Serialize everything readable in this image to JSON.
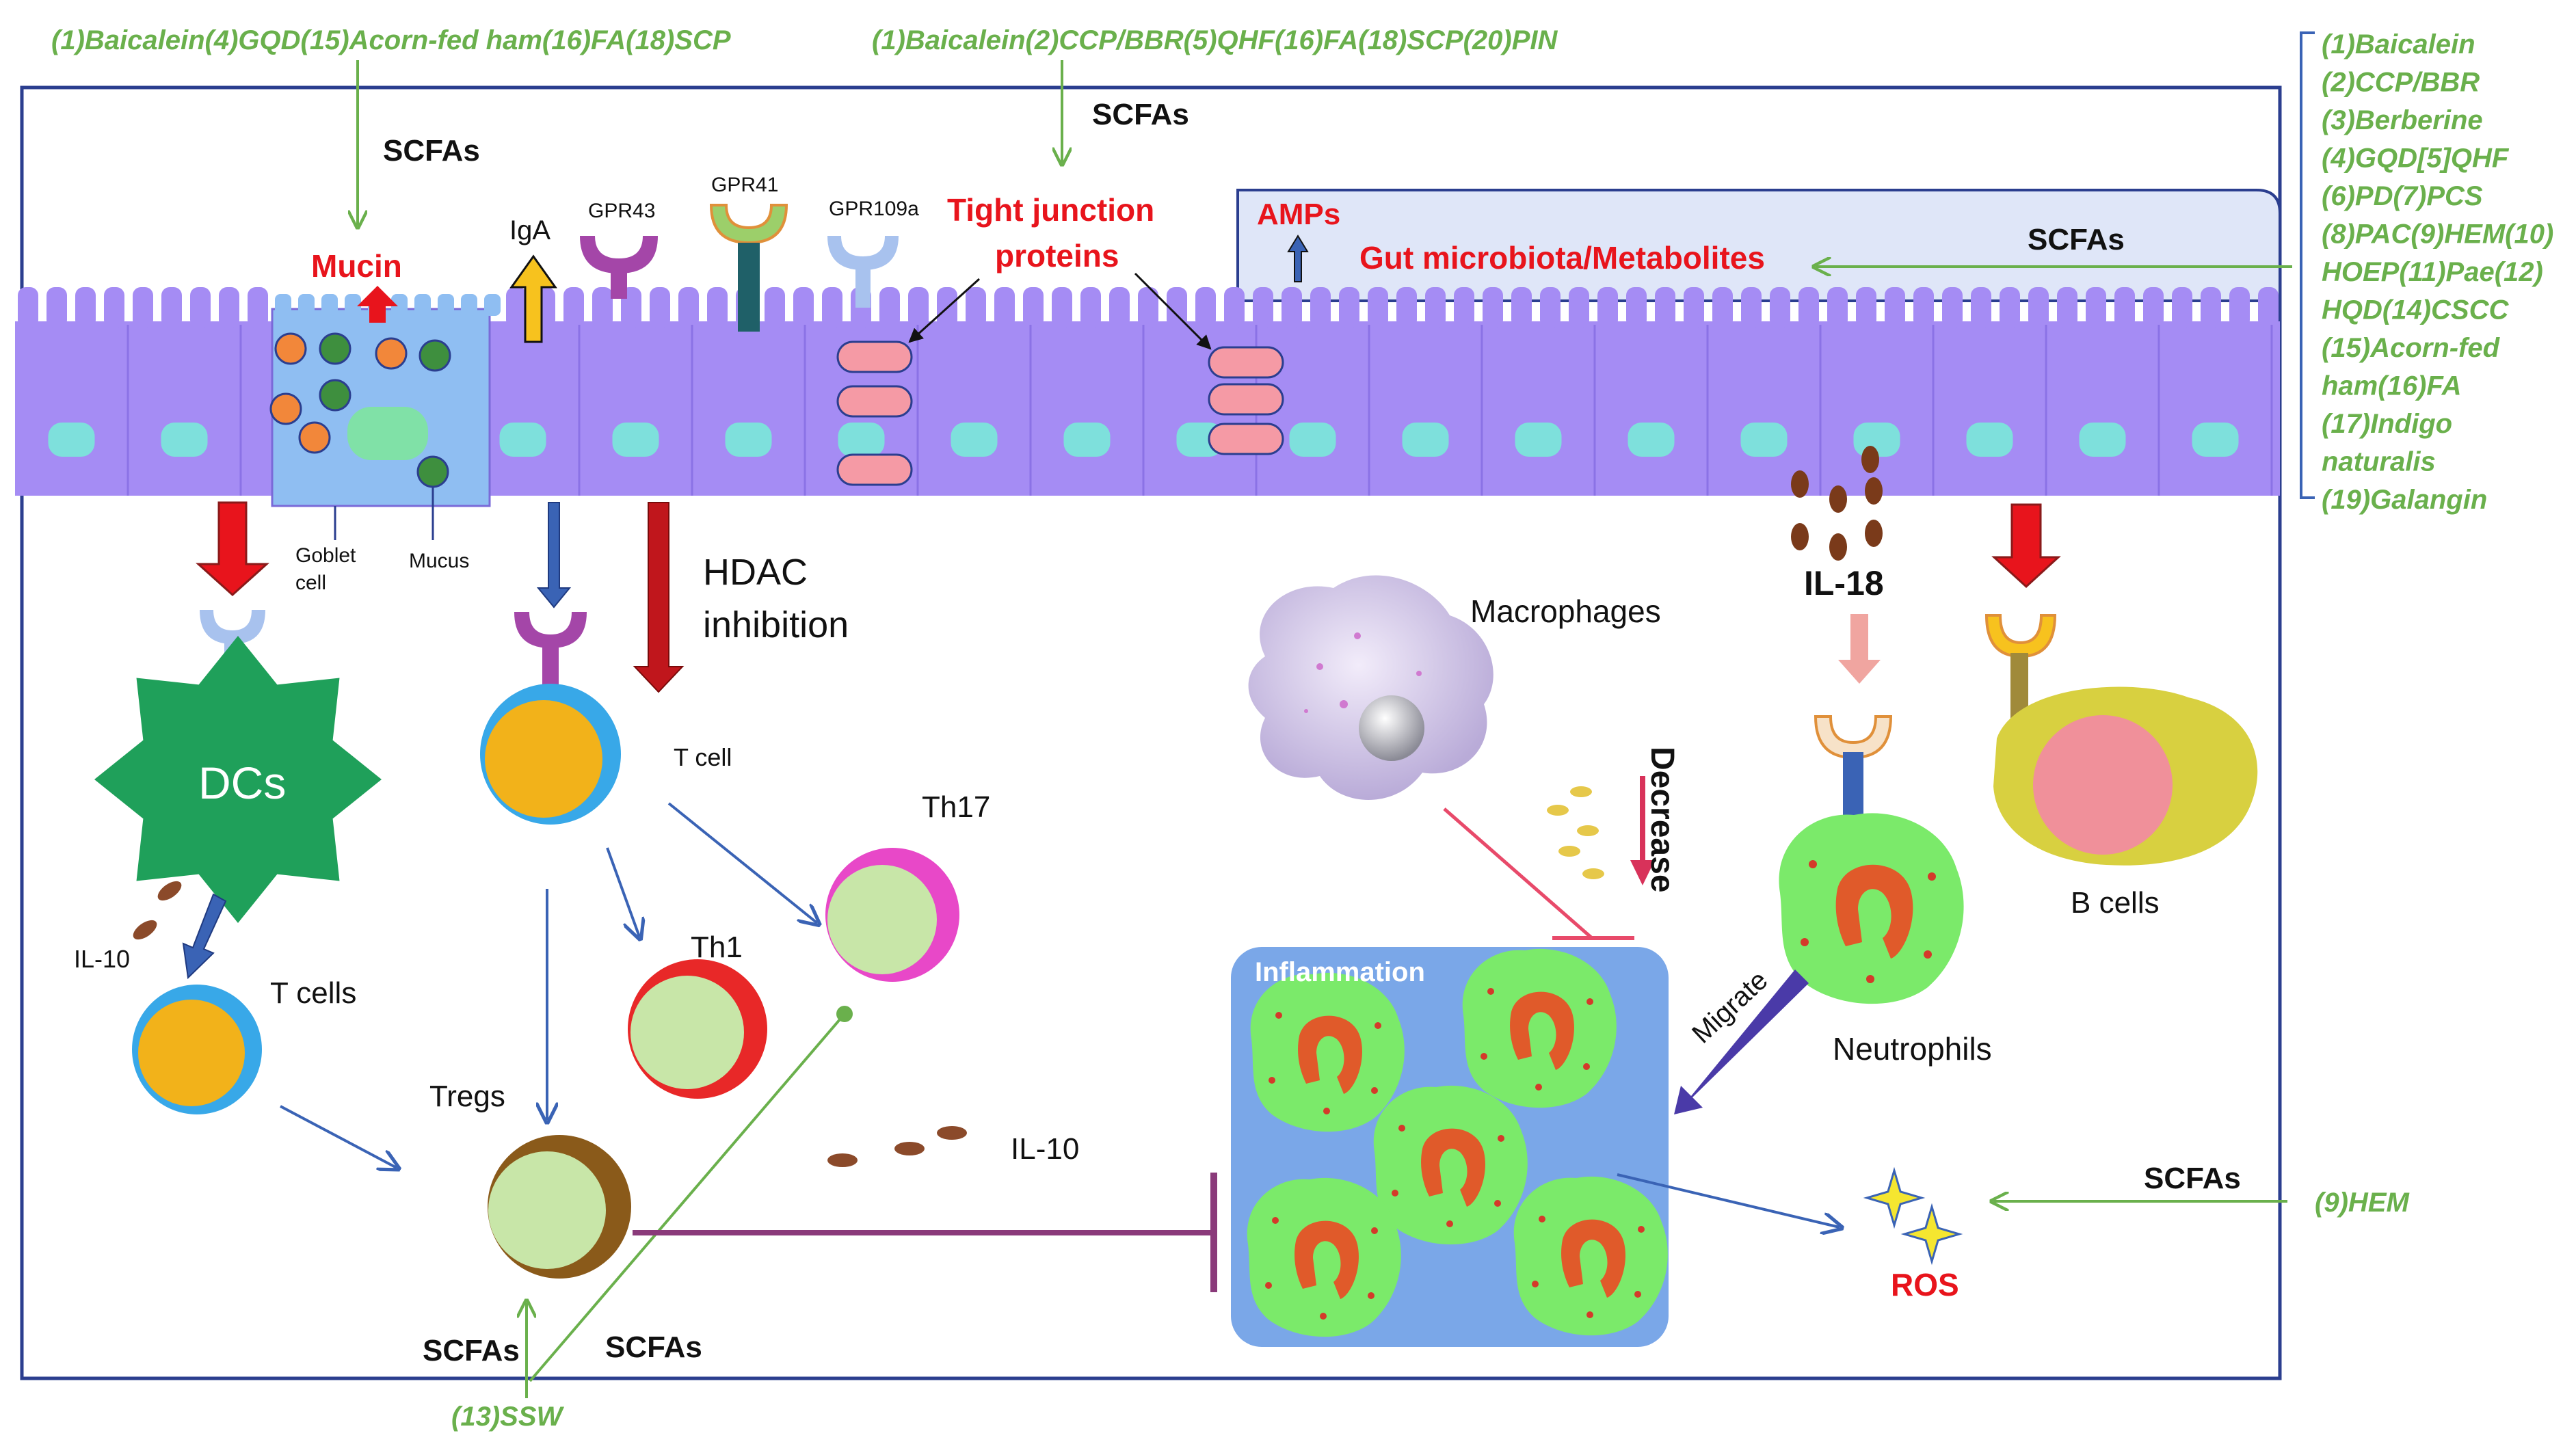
{
  "sources": {
    "top_left": "(1)Baicalein(4)GQD(15)Acorn-fed ham(16)FA(18)SCP",
    "top_center": "(1)Baicalein(2)CCP/BBR(5)QHF(16)FA(18)SCP(20)PIN",
    "right_list": [
      "(1)Baicalein",
      "(2)CCP/BBR",
      "(3)Berberine",
      "(4)GQD[5]QHF",
      "(6)PD(7)PCS",
      "(8)PAC(9)HEM(10)",
      "HOEP(11)Pae(12)",
      "HQD(14)CSCC",
      "(15)Acorn-fed",
      "ham(16)FA",
      "(17)Indigo",
      "naturalis",
      "(19)Galangin"
    ],
    "bottom": "(13)SSW",
    "ros_source": "(9)HEM"
  },
  "labels": {
    "scfas": "SCFAs",
    "mucin": "Mucin",
    "iga": "IgA",
    "gpr43": "GPR43",
    "gpr41": "GPR41",
    "gpr109a": "GPR109a",
    "tight_junction_1": "Tight junction",
    "tight_junction_2": "proteins",
    "amps": "AMPs",
    "gut_microbiota": "Gut microbiota/Metabolites",
    "goblet_1": "Goblet",
    "goblet_2": "cell",
    "mucus": "Mucus",
    "hdac_1": "HDAC",
    "hdac_2": "inhibition",
    "dcs": "DCs",
    "il10": "IL-10",
    "t_cells": "T cells",
    "t_cell": "T cell",
    "th17": "Th17",
    "th1": "Th1",
    "tregs": "Tregs",
    "macrophages": "Macrophages",
    "decrease": "Decrease",
    "il18": "IL-18",
    "b_cells": "B  cells",
    "inflammation": "Inflammation",
    "migrate": "Migrate",
    "neutrophils": "Neutrophils",
    "ros": "ROS"
  },
  "colors": {
    "green": "#6ab04c",
    "epithelium": "#a58cf4",
    "nucleus": "#7ee0dc",
    "red": "#e8141c",
    "blue_arrow": "#3a63b5",
    "frame": "#2b3e8f",
    "inflammation_bg": "#7aa7e8"
  }
}
